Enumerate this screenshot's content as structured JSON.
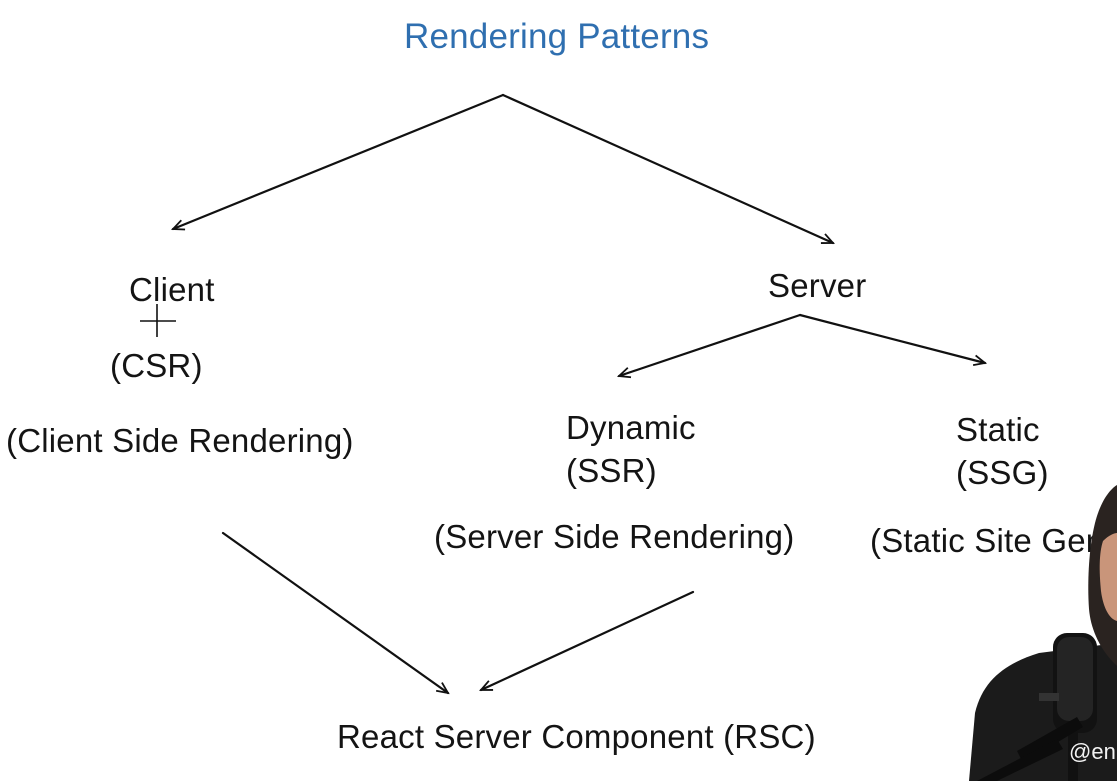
{
  "diagram": {
    "title": "Rendering Patterns",
    "nodes": {
      "client": "Client",
      "csr": "(CSR)",
      "csr_full": "(Client Side Rendering)",
      "server": "Server",
      "dynamic": "Dynamic",
      "ssr": "(SSR)",
      "ssr_full": "(Server Side Rendering)",
      "static": "Static",
      "ssg": "(SSG)",
      "ssg_full": "(Static Site Gen",
      "rsc": "React Server Component (RSC)"
    },
    "edges": [
      {
        "from": "Rendering Patterns",
        "to": "Client"
      },
      {
        "from": "Rendering Patterns",
        "to": "Server"
      },
      {
        "from": "Server",
        "to": "Dynamic"
      },
      {
        "from": "Server",
        "to": "Static"
      },
      {
        "from": "Client",
        "to": "React Server Component (RSC)"
      },
      {
        "from": "Dynamic",
        "to": "React Server Component (RSC)"
      }
    ],
    "colors": {
      "title": "#2f6fb0",
      "text": "#141414",
      "arrow": "#111111"
    }
  },
  "overlay": {
    "presenter_handle": "@en",
    "cursor_icon": "crosshair-icon"
  }
}
